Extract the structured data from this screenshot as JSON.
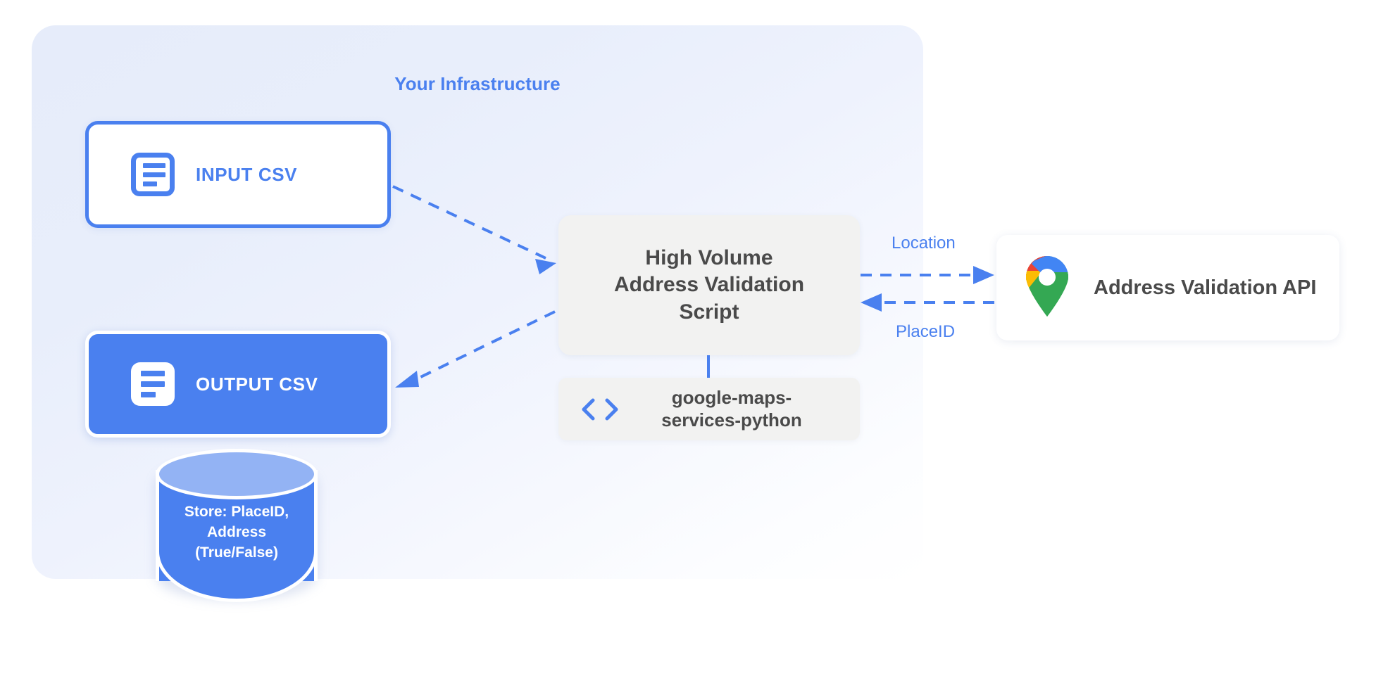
{
  "panel": {
    "title": "Your Infrastructure",
    "accent_color": "#4a80ef",
    "background_color": "#e6ecfa"
  },
  "nodes": {
    "input_csv": {
      "label": "INPUT CSV",
      "icon": "document-icon",
      "style": "outlined",
      "border_color": "#4a80ef",
      "fill_color": "#ffffff"
    },
    "output_csv": {
      "label": "OUTPUT CSV",
      "icon": "document-icon",
      "style": "filled",
      "fill_color": "#4a80ef",
      "text_color": "#ffffff"
    },
    "script": {
      "line1": "High Volume",
      "line2": "Address Validation",
      "line3": "Script",
      "fill_color": "#f2f2f1",
      "text_color": "#4a4a4a"
    },
    "library": {
      "line1": "google-maps-",
      "line2": "services-python",
      "icon": "code-brackets-icon",
      "icon_color": "#4a80ef",
      "fill_color": "#f2f2f1"
    },
    "database": {
      "line1": "Store: PlaceID,",
      "line2": "Address",
      "line3": "(True/False)",
      "icon": "database-cylinder-icon",
      "fill_color": "#4a80ef",
      "top_color": "#93b3f4",
      "text_color": "#ffffff"
    },
    "api": {
      "label": "Address Validation API",
      "icon": "google-maps-pin-icon",
      "fill_color": "#ffffff",
      "text_color": "#4a4a4a",
      "pin_colors": {
        "blue": "#4285f4",
        "red": "#ea4335",
        "yellow": "#fbbc04",
        "green": "#34a853"
      }
    }
  },
  "edges": [
    {
      "name": "input-to-script",
      "label": "",
      "from": "input_csv",
      "to": "script",
      "style": "dashed",
      "direction": "forward",
      "color": "#4a80ef"
    },
    {
      "name": "script-to-output",
      "label": "",
      "from": "script",
      "to": "output_csv",
      "style": "dashed",
      "direction": "forward",
      "color": "#4a80ef"
    },
    {
      "name": "script-to-api",
      "label": "Location",
      "from": "script",
      "to": "api",
      "style": "dashed",
      "direction": "forward",
      "color": "#4a80ef"
    },
    {
      "name": "api-to-script",
      "label": "PlaceID",
      "from": "api",
      "to": "script",
      "style": "dashed",
      "direction": "forward",
      "color": "#4a80ef"
    },
    {
      "name": "script-to-library",
      "label": "",
      "from": "script",
      "to": "library",
      "style": "solid",
      "direction": "none",
      "color": "#4a80ef"
    }
  ],
  "edge_labels": {
    "location": "Location",
    "placeid": "PlaceID"
  }
}
